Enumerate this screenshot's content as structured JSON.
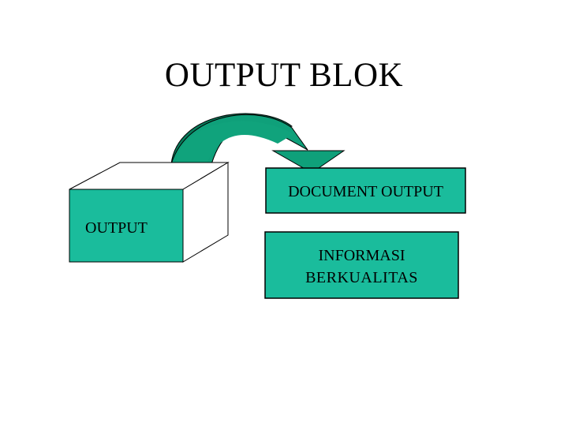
{
  "title": "OUTPUT BLOK",
  "cube": {
    "label": "OUTPUT"
  },
  "boxes": [
    {
      "lines": [
        "DOCUMENT OUTPUT"
      ]
    },
    {
      "lines": [
        "INFORMASI",
        "BERKUALITAS"
      ]
    }
  ],
  "colors": {
    "fill": "#1ABC9C",
    "arrow_front": "#0FA07A",
    "arrow_back": "#0A7A5A",
    "outline": "#000000",
    "background": "#FFFFFF"
  }
}
